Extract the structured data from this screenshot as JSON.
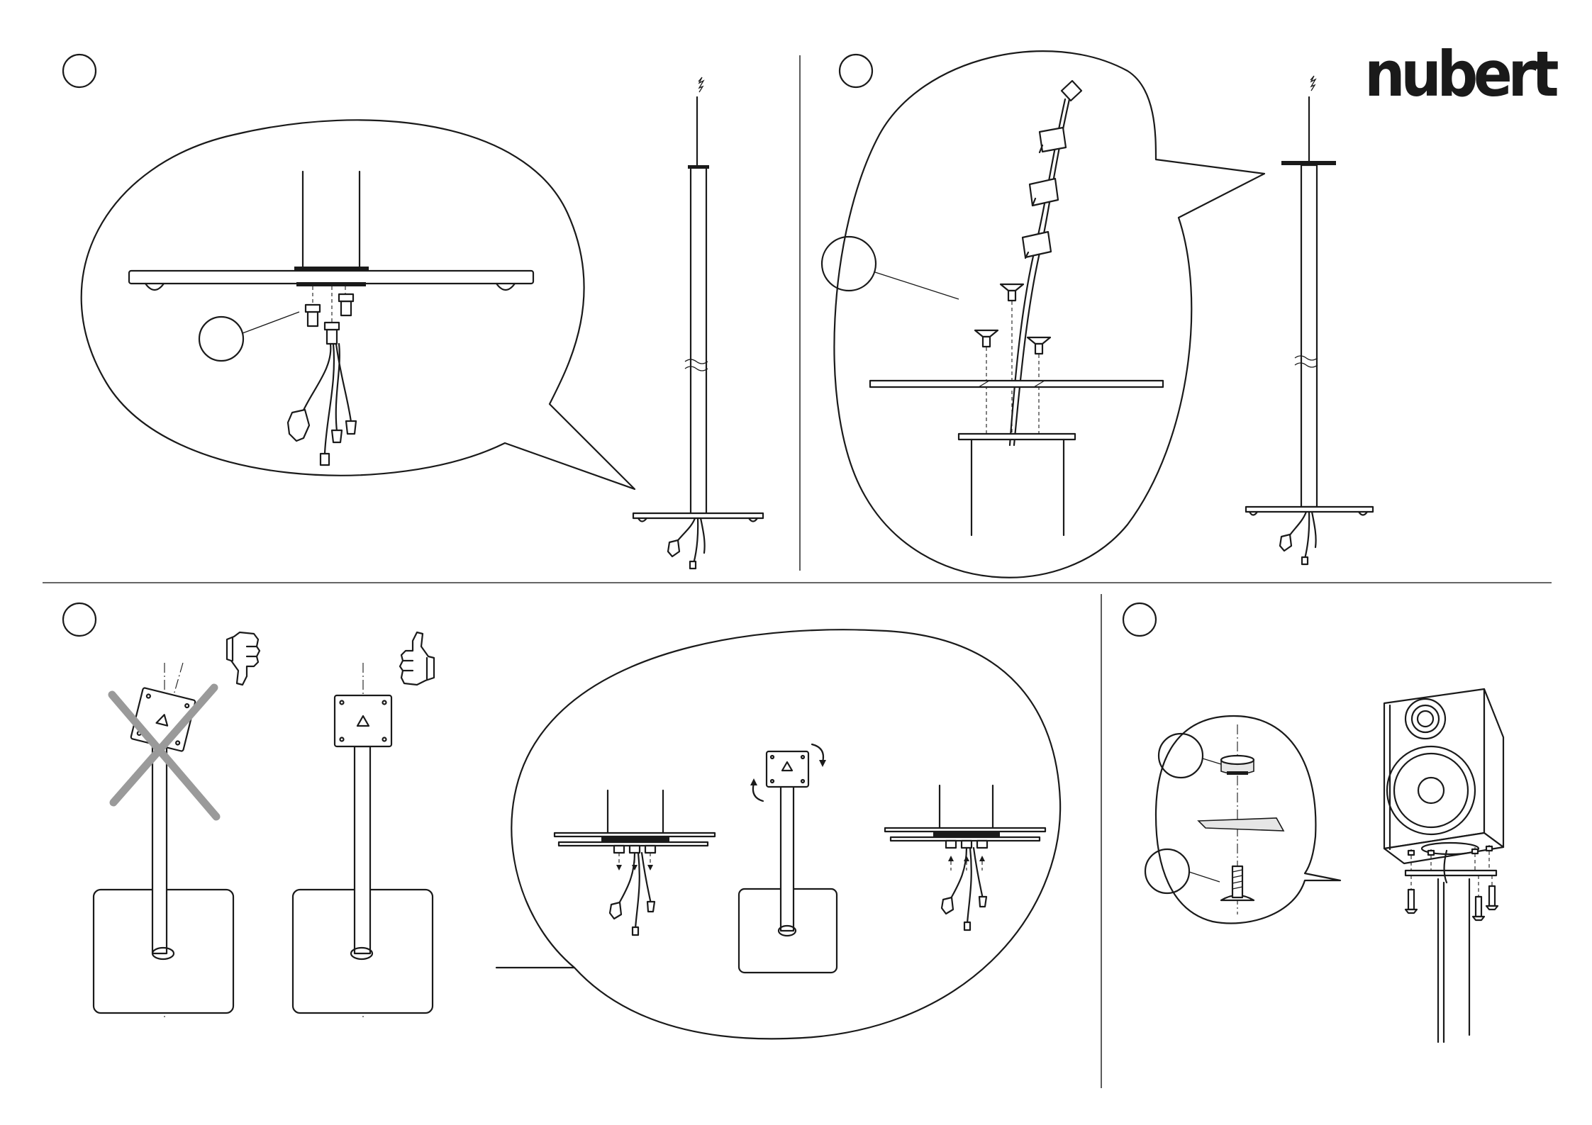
{
  "brand": {
    "logo_text": "nubert",
    "ink_color": "#1a1a1a",
    "cross_color": "#9a9a9a"
  },
  "steps": [
    {
      "id": "step-1",
      "label": ""
    },
    {
      "id": "step-2",
      "label": ""
    },
    {
      "id": "step-3",
      "label": ""
    },
    {
      "id": "step-4",
      "label": ""
    }
  ],
  "callouts": [
    {
      "id": "callout-1",
      "label": ""
    },
    {
      "id": "callout-2",
      "label": ""
    },
    {
      "id": "callout-3",
      "label": ""
    },
    {
      "id": "callout-4",
      "label": ""
    }
  ],
  "icons": [
    "thumbs-down-icon",
    "thumbs-up-icon",
    "rotate-arrow-icon",
    "cross-mark-icon"
  ]
}
